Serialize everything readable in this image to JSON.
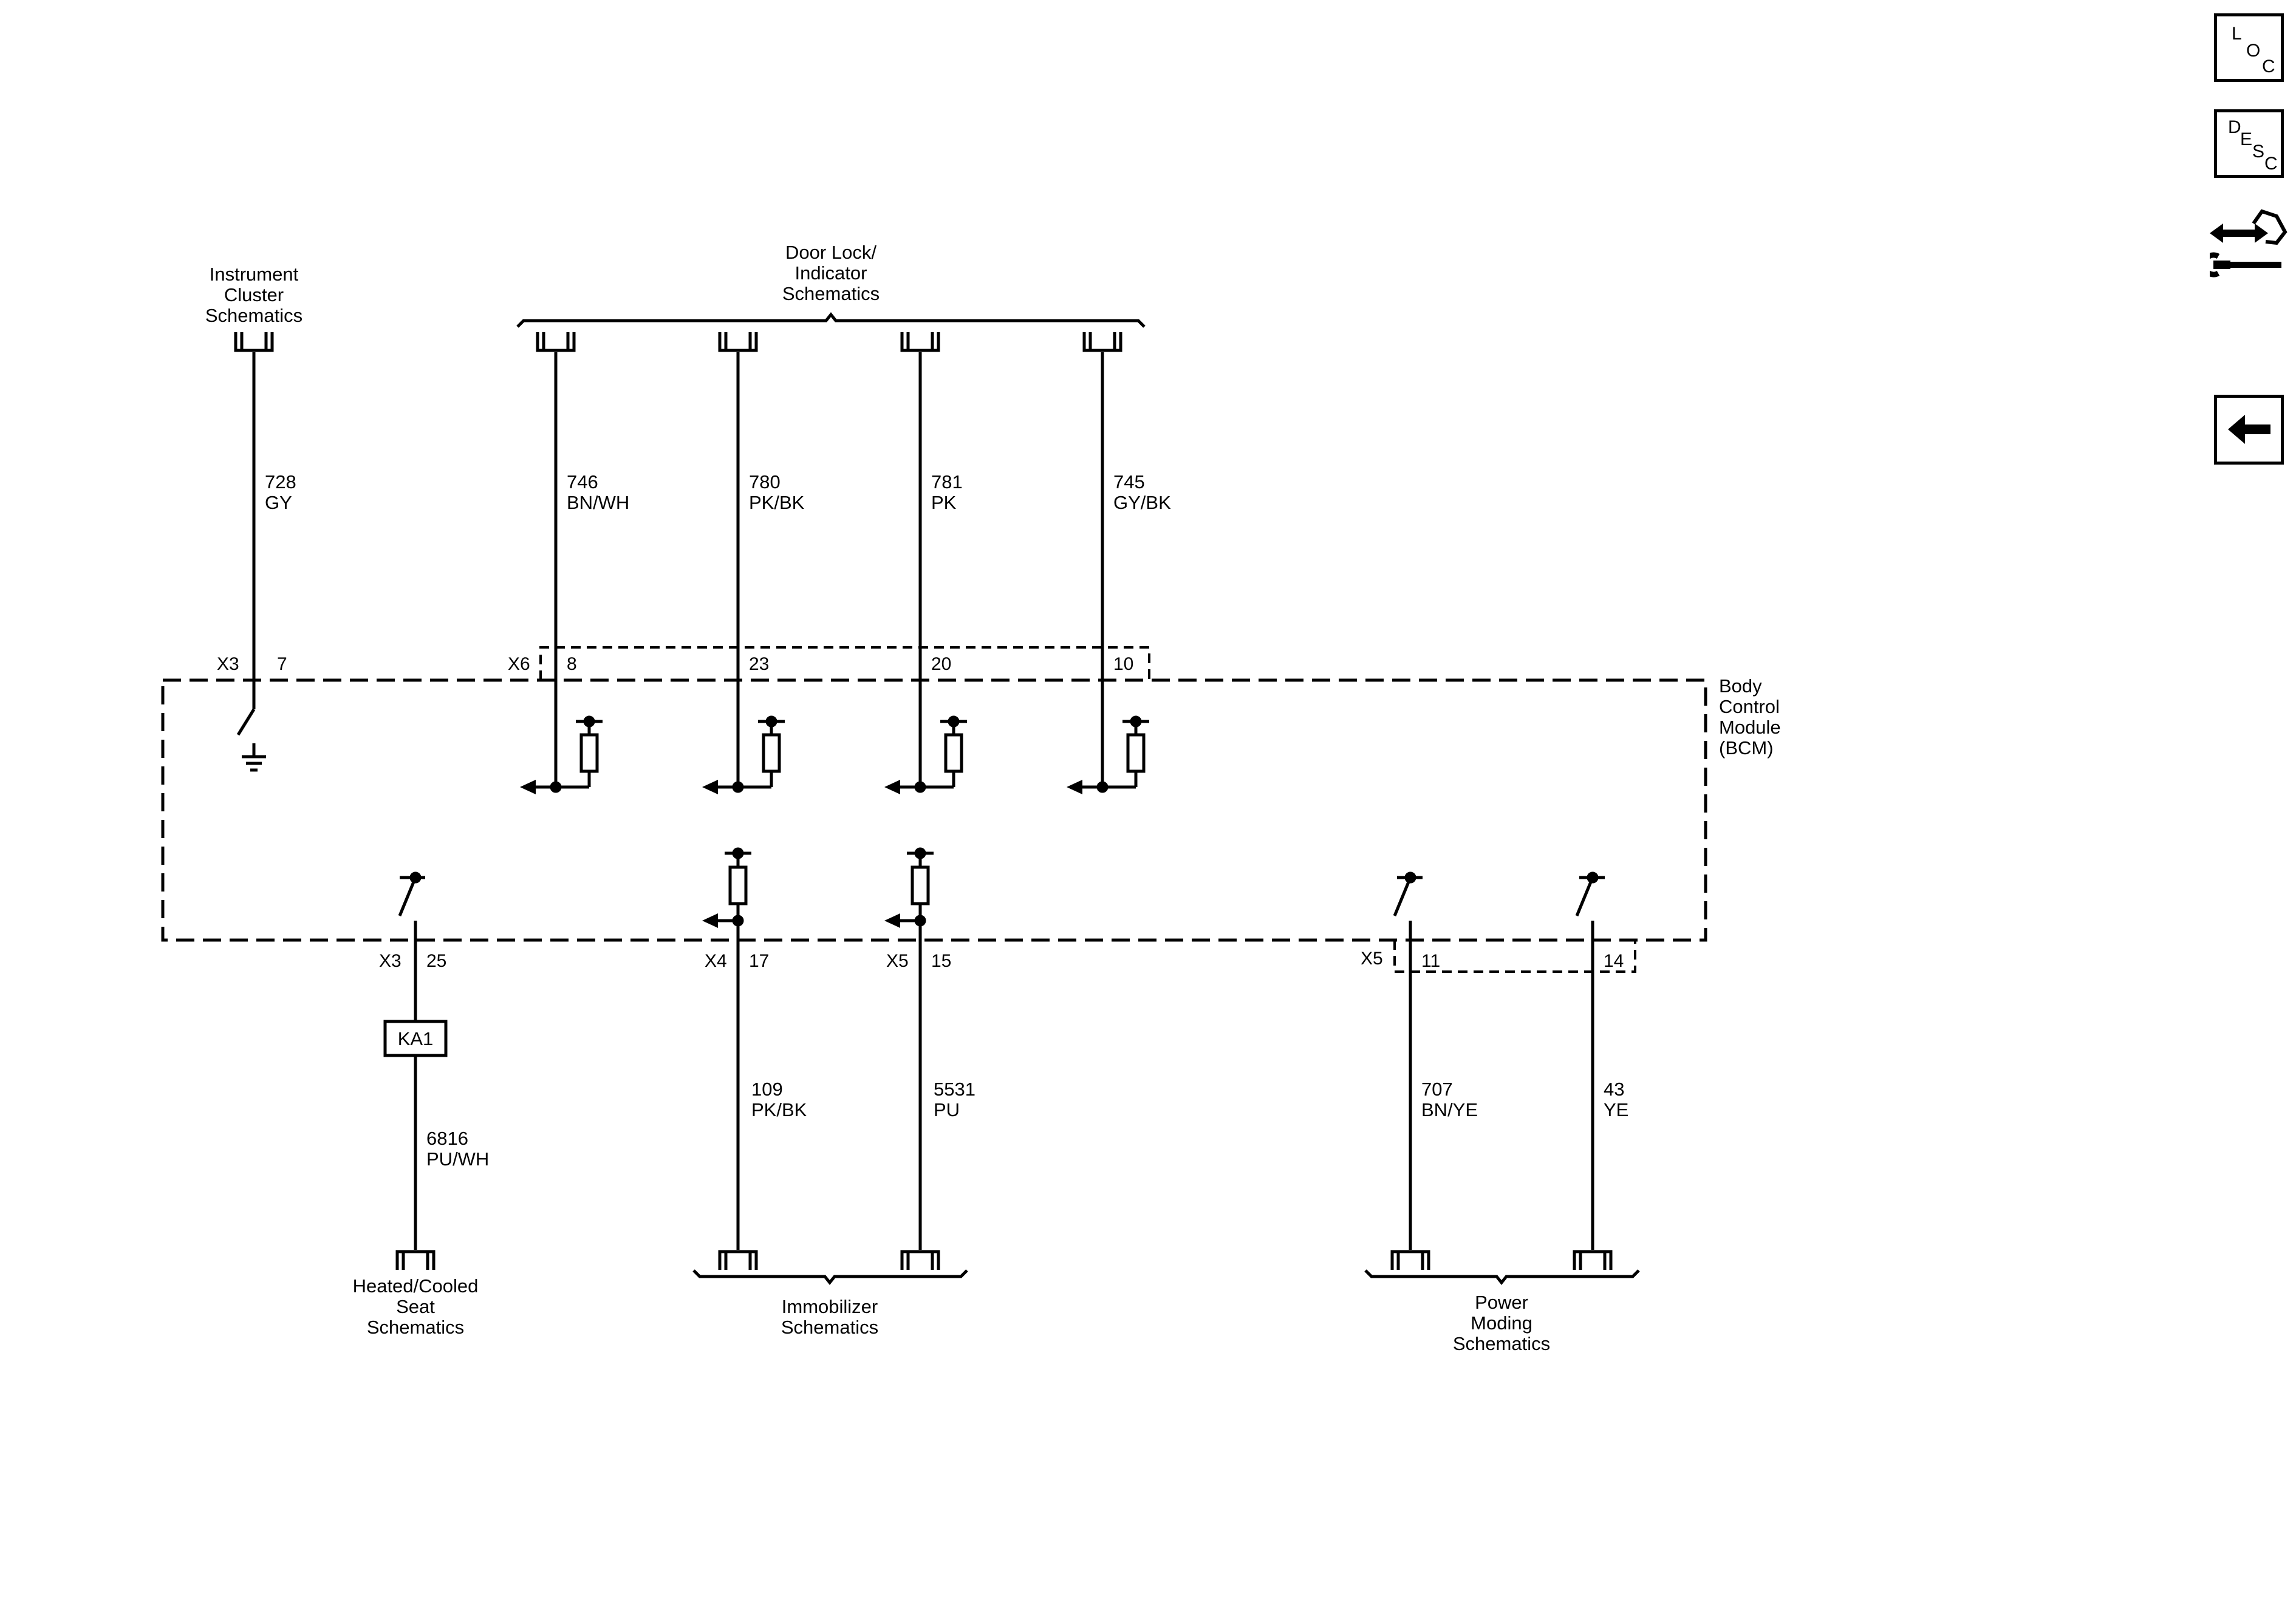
{
  "diagram": {
    "module": {
      "line1": "Body",
      "line2": "Control",
      "line3": "Module",
      "line4": "(BCM)"
    },
    "top_destinations": {
      "instrument_cluster": {
        "line1": "Instrument",
        "line2": "Cluster",
        "line3": "Schematics"
      },
      "door_lock_indicator": {
        "line1": "Door Lock/",
        "line2": "Indicator",
        "line3": "Schematics"
      }
    },
    "bottom_destinations": {
      "heated_cooled_seat": {
        "line1": "Heated/Cooled",
        "line2": "Seat",
        "line3": "Schematics"
      },
      "immobilizer": {
        "line1": "Immobilizer",
        "line2": "Schematics"
      },
      "power_moding": {
        "line1": "Power",
        "line2": "Moding",
        "line3": "Schematics"
      }
    },
    "top_circuits": [
      {
        "circuit": "728",
        "color": "GY",
        "connector": "X3",
        "pin": "7"
      },
      {
        "circuit": "746",
        "color": "BN/WH",
        "connector": "X6",
        "pin": "8"
      },
      {
        "circuit": "780",
        "color": "PK/BK",
        "pin": "23"
      },
      {
        "circuit": "781",
        "color": "PK",
        "pin": "20"
      },
      {
        "circuit": "745",
        "color": "GY/BK",
        "pin": "10"
      }
    ],
    "bottom_circuits": [
      {
        "circuit": "6816",
        "color": "PU/WH",
        "connector": "X3",
        "pin": "25",
        "inline_component": "KA1"
      },
      {
        "circuit": "109",
        "color": "PK/BK",
        "connector": "X4",
        "pin": "17"
      },
      {
        "circuit": "5531",
        "color": "PU",
        "connector": "X5",
        "pin": "15"
      },
      {
        "circuit": "707",
        "color": "BN/YE",
        "connector": "X5",
        "pin": "11"
      },
      {
        "circuit": "43",
        "color": "YE",
        "pin": "14"
      }
    ]
  },
  "nav": {
    "loc": {
      "l1": "L",
      "l2": "O",
      "l3": "C"
    },
    "desc": {
      "l1": "D",
      "l2": "E",
      "l3": "S",
      "l4": "C"
    },
    "connector_view_icon": "connector-end-view-icon",
    "back_icon": "back-arrow-icon"
  }
}
